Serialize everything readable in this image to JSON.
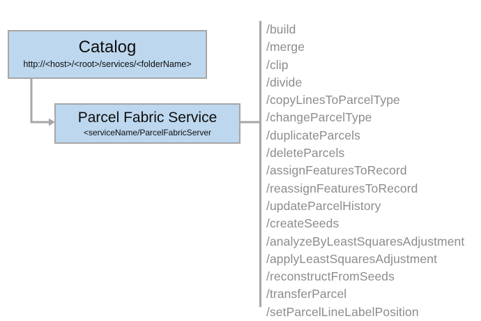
{
  "diagram": {
    "type": "architecture-diagram",
    "background_color": "#ffffff",
    "accent_color": "#bdd7ee",
    "border_color": "#a6a6a6",
    "list_text_color": "#8c8c8c"
  },
  "nodes": {
    "catalog": {
      "title": "Catalog",
      "subtitle": "http://<host>/<root>/services/<folderName>"
    },
    "parcel_fabric_service": {
      "title": "Parcel Fabric Service",
      "subtitle": "<serviceName/ParcelFabricServer"
    }
  },
  "operations": [
    "/build",
    "/merge",
    "/clip",
    "/divide",
    "/copyLinesToParcelType",
    "/changeParcelType",
    "/duplicateParcels",
    "/deleteParcels",
    "/assignFeaturesToRecord",
    "/reassignFeaturesToRecord",
    "/updateParcelHistory",
    "/createSeeds",
    "/analyzeByLeastSquaresAdjustment",
    "/applyLeastSquaresAdjustment",
    "/reconstructFromSeeds",
    "/transferParcel",
    "/setParcelLineLabelPosition"
  ]
}
